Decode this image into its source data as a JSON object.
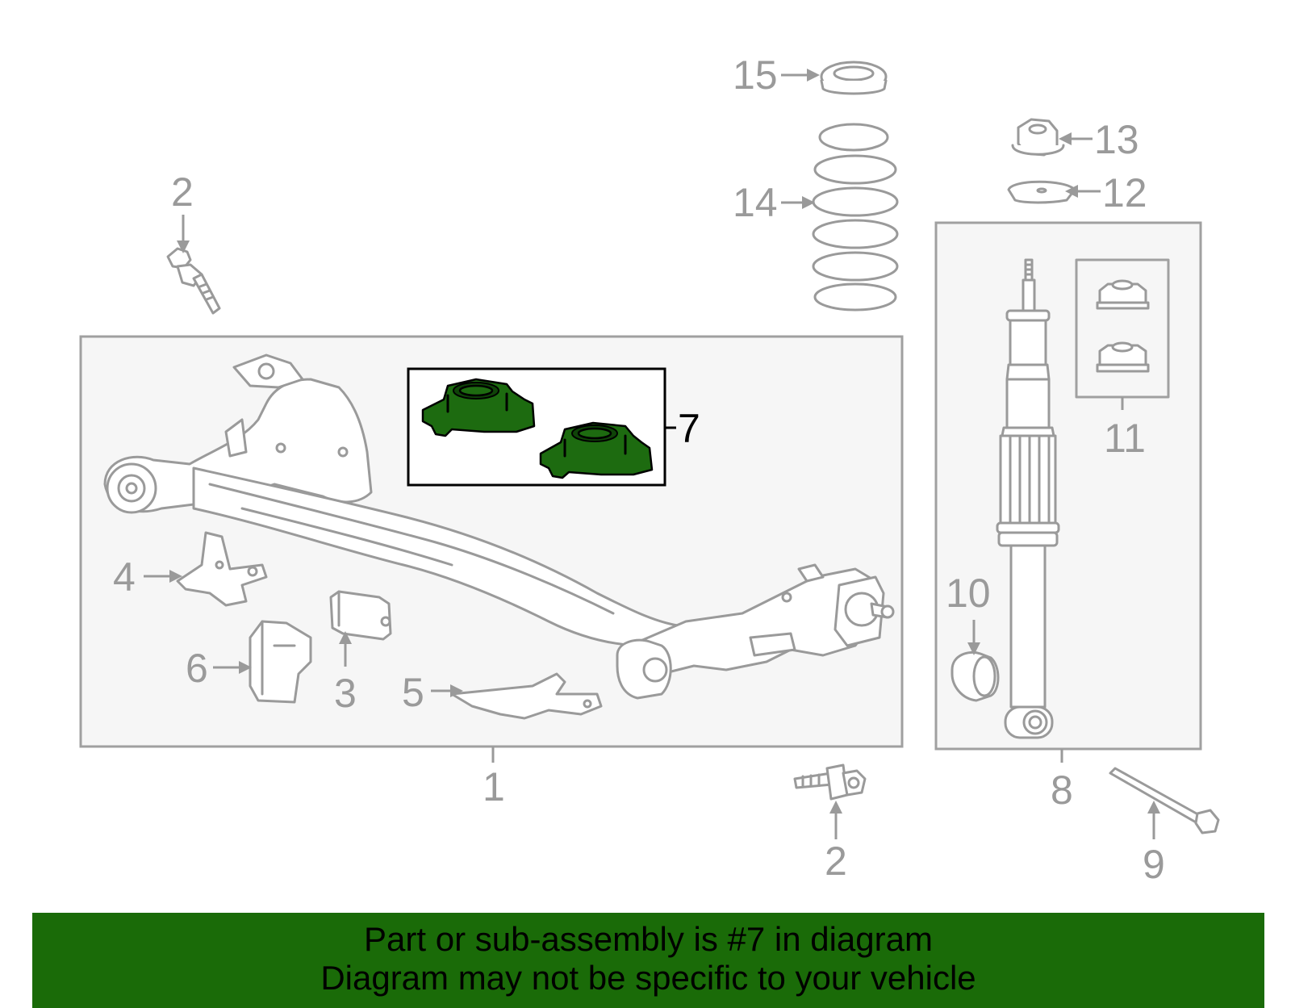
{
  "callouts": {
    "c1": "1",
    "c2a": "2",
    "c2b": "2",
    "c3": "3",
    "c4": "4",
    "c5": "5",
    "c6": "6",
    "c7": "7",
    "c8": "8",
    "c9": "9",
    "c10": "10",
    "c11": "11",
    "c12": "12",
    "c13": "13",
    "c14": "14",
    "c15": "15"
  },
  "highlight": {
    "part_number": "7",
    "color": "#1d6b10"
  },
  "footer": {
    "line1": "Part or sub-assembly is #7 in diagram",
    "line2": "Diagram may not be specific to your vehicle",
    "background": "#1a6b08"
  }
}
